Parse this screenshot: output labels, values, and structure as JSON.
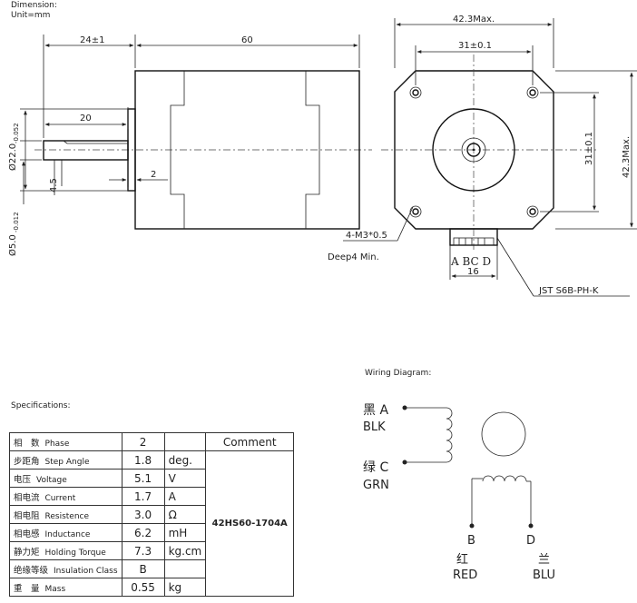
{
  "header": {
    "title_line1": "Dimension:",
    "title_line2": "Unit=mm"
  },
  "side_view": {
    "dim_shaft_length": "24±1",
    "dim_body_length": "60",
    "dim_flat_length": "20",
    "dim_boss_height": "2",
    "dim_flat_depth": "4.5",
    "dim_boss_dia_prefix": "Ø22.0",
    "dim_boss_dia_tol": "-0.052",
    "dim_shaft_dia_prefix": "Ø5.0",
    "dim_shaft_dia_tol": "-0.012"
  },
  "front_view": {
    "dim_width": "42.3Max.",
    "dim_hole_spacing_h": "31±0.1",
    "dim_hole_spacing_v": "31±0.1",
    "dim_height": "42.3Max.",
    "hole_note": "4-M3*0.5",
    "hole_depth": "Deep4 Min.",
    "connector_pins": "A BC D",
    "connector_width": "16",
    "connector_label": "JST S6B-PH-K"
  },
  "wiring": {
    "title": "Wiring Diagram:",
    "wire_a_cn": "黑 A",
    "wire_a_en": "BLK",
    "wire_c_cn": "绿 C",
    "wire_c_en": "GRN",
    "wire_b_pin": "B",
    "wire_b_cn": "红",
    "wire_b_en": "RED",
    "wire_d_pin": "D",
    "wire_d_cn": "兰",
    "wire_d_en": "BLU"
  },
  "specs": {
    "title": "Specifications:",
    "comment_header": "Comment",
    "model": "42HS60-1704A",
    "rows": [
      {
        "cn": "相　数",
        "en": "Phase",
        "value": "2",
        "unit": ""
      },
      {
        "cn": "步距角",
        "en": "Step Angle",
        "value": "1.8",
        "unit": "deg."
      },
      {
        "cn": "电压",
        "en": "Voltage",
        "value": "5.1",
        "unit": "V"
      },
      {
        "cn": "相电流",
        "en": "Current",
        "value": "1.7",
        "unit": "A"
      },
      {
        "cn": "相电阻",
        "en": "Resistence",
        "value": "3.0",
        "unit": "Ω"
      },
      {
        "cn": "相电感",
        "en": "Inductance",
        "value": "6.2",
        "unit": "mH"
      },
      {
        "cn": "静力矩",
        "en": "Holding Torque",
        "value": "7.3",
        "unit": "kg.cm"
      },
      {
        "cn": "绝缘等级",
        "en": "Insulation Class",
        "value": "B",
        "unit": ""
      },
      {
        "cn": "重　量",
        "en": "Mass",
        "value": "0.55",
        "unit": "kg"
      }
    ]
  }
}
